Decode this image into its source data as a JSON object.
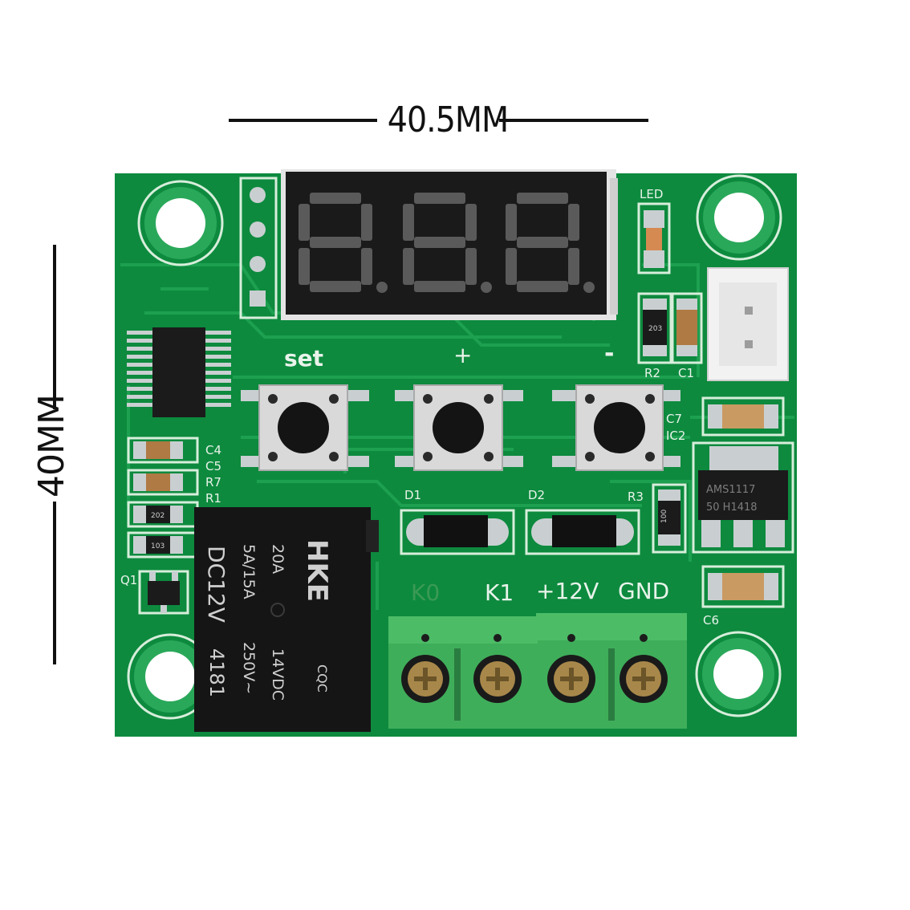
{
  "dimensions": {
    "width_label": "40.5MM",
    "height_label": "40MM"
  },
  "board": {
    "silkscreen": {
      "set": "set",
      "plus": "+",
      "minus": "-",
      "led": "LED",
      "r2": "R2",
      "c1": "C1",
      "c7": "C7",
      "ic2": "IC2",
      "c4": "C4",
      "c5": "C5",
      "r7": "R7",
      "r1": "R1",
      "q1": "Q1",
      "d1": "D1",
      "d2": "D2",
      "r3": "R3",
      "c6": "C6",
      "k0": "K0",
      "k1": "K1",
      "v12": "+12V",
      "gnd": "GND"
    },
    "component_marks": {
      "res_203": "203",
      "res_202": "202",
      "res_103": "103",
      "res_100": "100",
      "regulator_line1": "AMS1117",
      "regulator_line2": "50 H1418"
    },
    "relay": {
      "brand": "HKE",
      "rating1": "20A",
      "rating2": "5A/15A",
      "rating3": "250V~",
      "coil": "DC12V",
      "coil_dc": "14VDC",
      "model": "4181",
      "cert": "CQC"
    }
  },
  "colors": {
    "pcb": "#0d8a3e",
    "trace": "#1fa352",
    "terminal": "#3fae5a",
    "relay": "#151515"
  }
}
